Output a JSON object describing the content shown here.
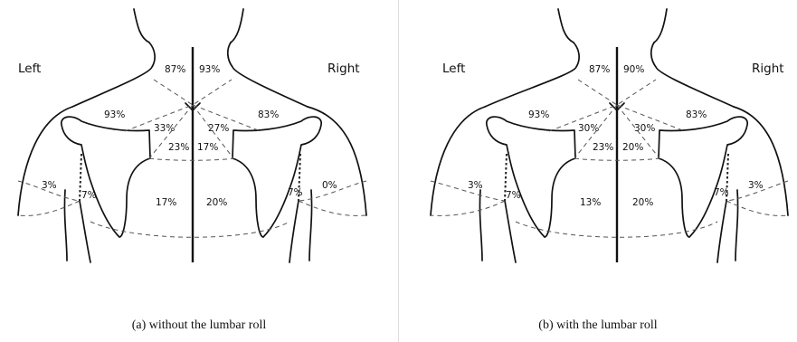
{
  "panels": [
    {
      "caption": "(a) without the lumbar roll",
      "left_label": "Left",
      "right_label": "Right",
      "regions": {
        "neck_left": "87%",
        "neck_right": "93%",
        "upper_left": "93%",
        "upper_right": "83%",
        "inner_upper_left": "33%",
        "inner_upper_right": "27%",
        "mid_left": "23%",
        "mid_right": "17%",
        "lateral_left": "3%",
        "lateral_right": "0%",
        "axilla_left": "7%",
        "axilla_right": "7%",
        "lower_left": "17%",
        "lower_right": "20%"
      }
    },
    {
      "caption": "(b) with the lumbar roll",
      "left_label": "Left",
      "right_label": "Right",
      "regions": {
        "neck_left": "87%",
        "neck_right": "90%",
        "upper_left": "93%",
        "upper_right": "83%",
        "inner_upper_left": "30%",
        "inner_upper_right": "30%",
        "mid_left": "23%",
        "mid_right": "20%",
        "lateral_left": "3%",
        "lateral_right": "3%",
        "axilla_left": "7%",
        "axilla_right": "7%",
        "lower_left": "13%",
        "lower_right": "20%"
      }
    }
  ]
}
